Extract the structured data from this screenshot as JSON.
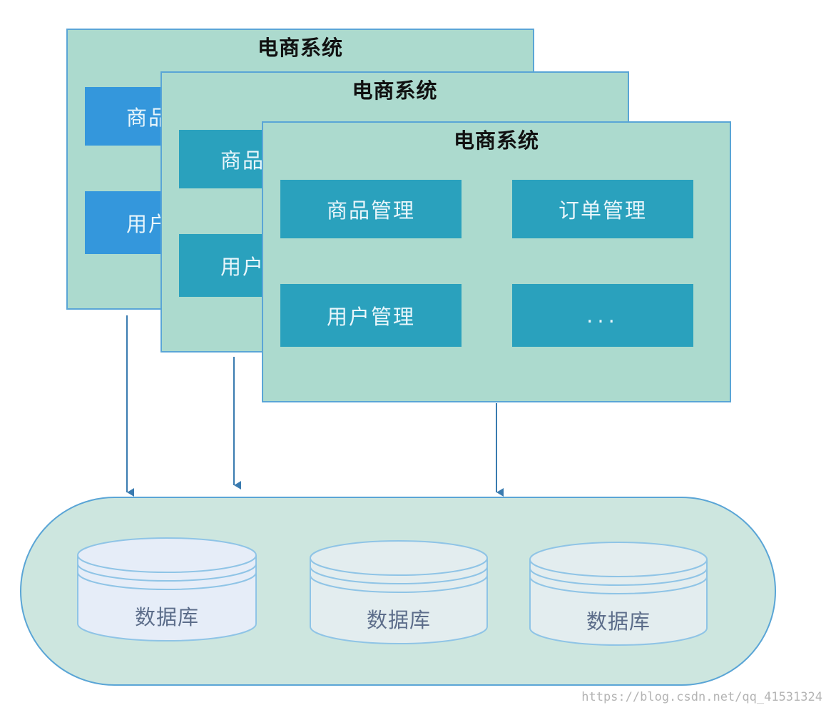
{
  "systems": [
    {
      "title": "电商系统",
      "modules": [
        "商品管理",
        "用户管理"
      ]
    },
    {
      "title": "电商系统",
      "modules": [
        "商品管理",
        "用户管理"
      ]
    },
    {
      "title": "电商系统",
      "modules": [
        "商品管理",
        "订单管理",
        "用户管理",
        "..."
      ]
    }
  ],
  "databases": [
    {
      "label": "数据库"
    },
    {
      "label": "数据库"
    },
    {
      "label": "数据库"
    }
  ],
  "watermark": "https://blog.csdn.net/qq_41531324",
  "colors": {
    "panel_fill": "#acdace",
    "panel_border": "#5aa5d6",
    "module_blue": "#3497dc",
    "module_teal": "#2aa1bd",
    "arrow": "#3a7bb0",
    "db_pill_fill": "#cde6df"
  }
}
